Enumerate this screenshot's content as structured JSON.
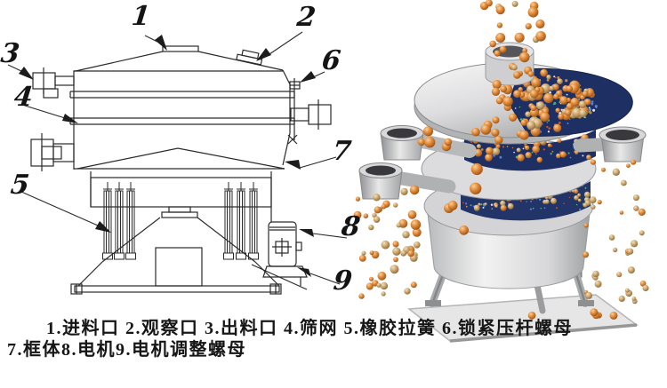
{
  "colors": {
    "background": "#ffffff",
    "line_ink": "#2a2a2a",
    "machine_gray_light": "#f1f1f2",
    "machine_gray_dark": "#a7a8aa",
    "mesh_navy": "#1e2f63",
    "ball_copper": "#c9762e",
    "ball_copper_highlight": "#fcd09a",
    "ball_tan": "#c8a268",
    "mesh_dot_colors": [
      "#49b26b",
      "#d08a3c",
      "#e8e8e8",
      "#5b7fd4",
      "#c8502a"
    ]
  },
  "callouts": [
    {
      "num": "1",
      "part": "进料口"
    },
    {
      "num": "2",
      "part": "观察口"
    },
    {
      "num": "3",
      "part": "出料口"
    },
    {
      "num": "4",
      "part": "筛网"
    },
    {
      "num": "5",
      "part": "橡胶拉簧"
    },
    {
      "num": "6",
      "part": "锁紧压杆螺母"
    },
    {
      "num": "7",
      "part": "框体"
    },
    {
      "num": "8",
      "part": "电机"
    },
    {
      "num": "9",
      "part": "电机调整螺母"
    }
  ],
  "caption": {
    "line1": "1.进料口 2.观察口 3.出料口 4.筛网 5.橡胶拉簧 6.锁紧压杆螺母",
    "line2": "7.框体8.电机9.电机调整螺母"
  }
}
